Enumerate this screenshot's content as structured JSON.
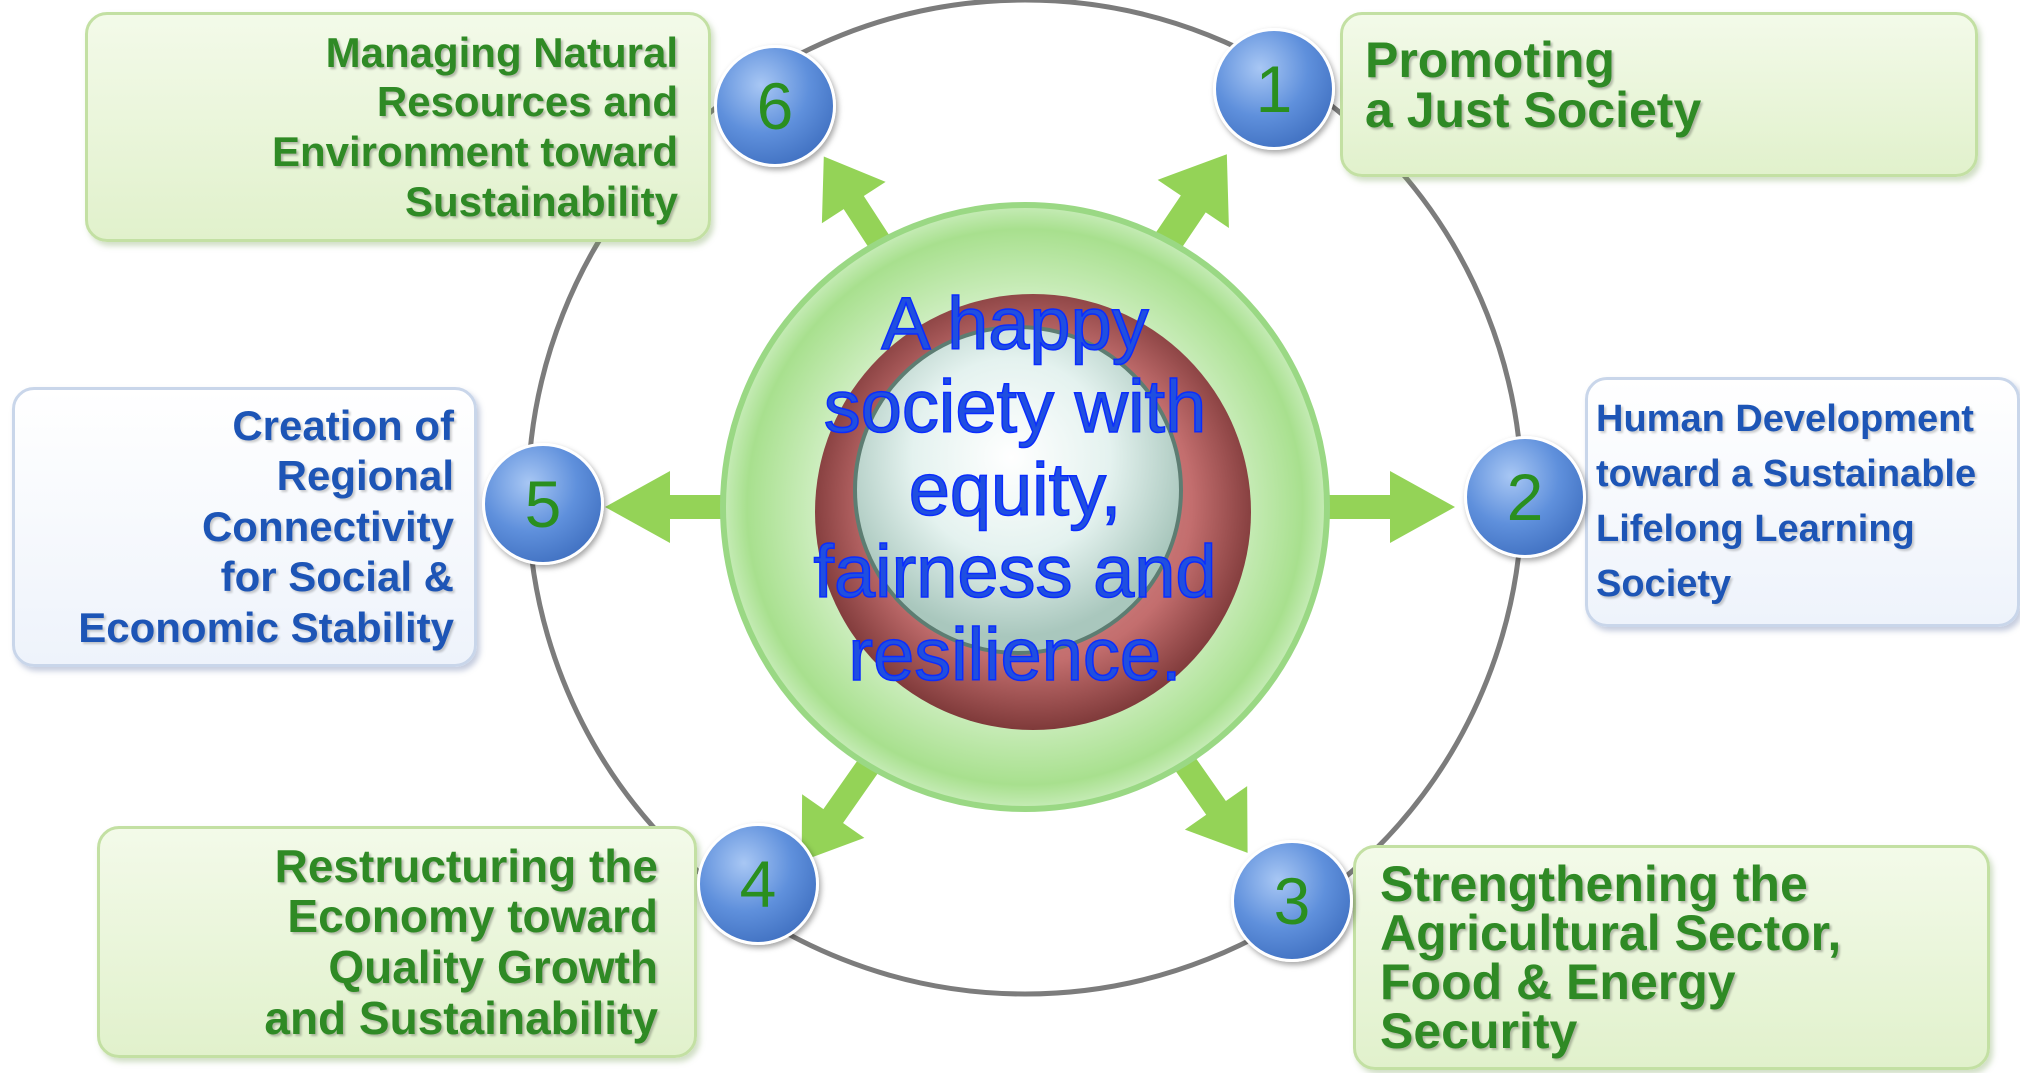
{
  "center": {
    "lines": [
      "A happy",
      "society with",
      "equity,",
      "fairness and",
      "resilience."
    ]
  },
  "goals": [
    {
      "number": "1",
      "lines": [
        "Promoting",
        "a Just Society"
      ]
    },
    {
      "number": "2",
      "lines": [
        "Human Development",
        "toward a Sustainable",
        "Lifelong Learning",
        "Society"
      ]
    },
    {
      "number": "3",
      "lines": [
        "Strengthening the",
        "Agricultural Sector,",
        "Food & Energy",
        "Security"
      ]
    },
    {
      "number": "4",
      "lines": [
        "Restructuring the",
        "Economy toward",
        "Quality Growth",
        "and Sustainability"
      ]
    },
    {
      "number": "5",
      "lines": [
        "Creation of",
        "Regional",
        "Connectivity",
        "for Social &",
        "Economic Stability"
      ]
    },
    {
      "number": "6",
      "lines": [
        "Managing Natural",
        "Resources and",
        "Environment toward",
        "Sustainability"
      ]
    }
  ],
  "colors": {
    "green_text": "#2f8a25",
    "blue_text": "#1d55b6",
    "arrow_green": "#8fd14f",
    "ring_red": "#b55a5a",
    "badge_blue": "#5f90dc",
    "outer_circle": "#808080",
    "center_text": "#1f4fe0"
  }
}
